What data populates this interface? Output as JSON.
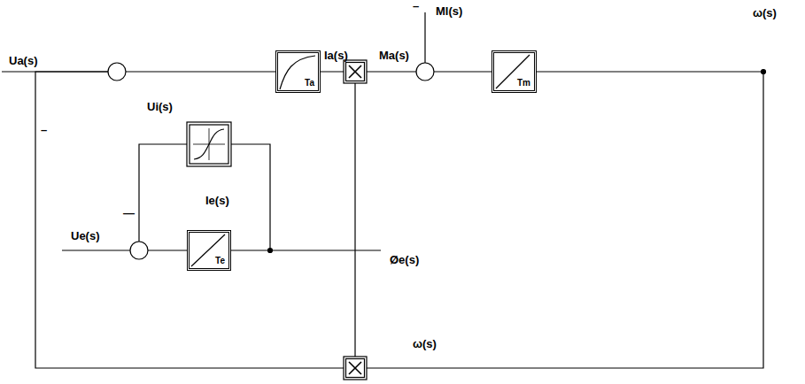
{
  "diagram": {
    "nodes": [
      {
        "text": [
          "Ta"
        ]
      },
      {
        "text": [
          "Tm"
        ]
      },
      {
        "text": [
          "Te"
        ]
      }
    ],
    "edges": [
      {
        "from": 0,
        "to": 1,
        "arrow": "none"
      },
      {
        "from": 1,
        "to": 0,
        "arrow": "none"
      }
    ],
    "labels": [
      "Ua(s)",
      "–",
      "Ui(s)",
      "Ia(s)",
      "Ma(s)",
      "–",
      "Ml(s)",
      "ω(s)",
      "Ie(s)",
      "—",
      "Ue(s)",
      "Øe(s)",
      "ω(s)"
    ]
  }
}
